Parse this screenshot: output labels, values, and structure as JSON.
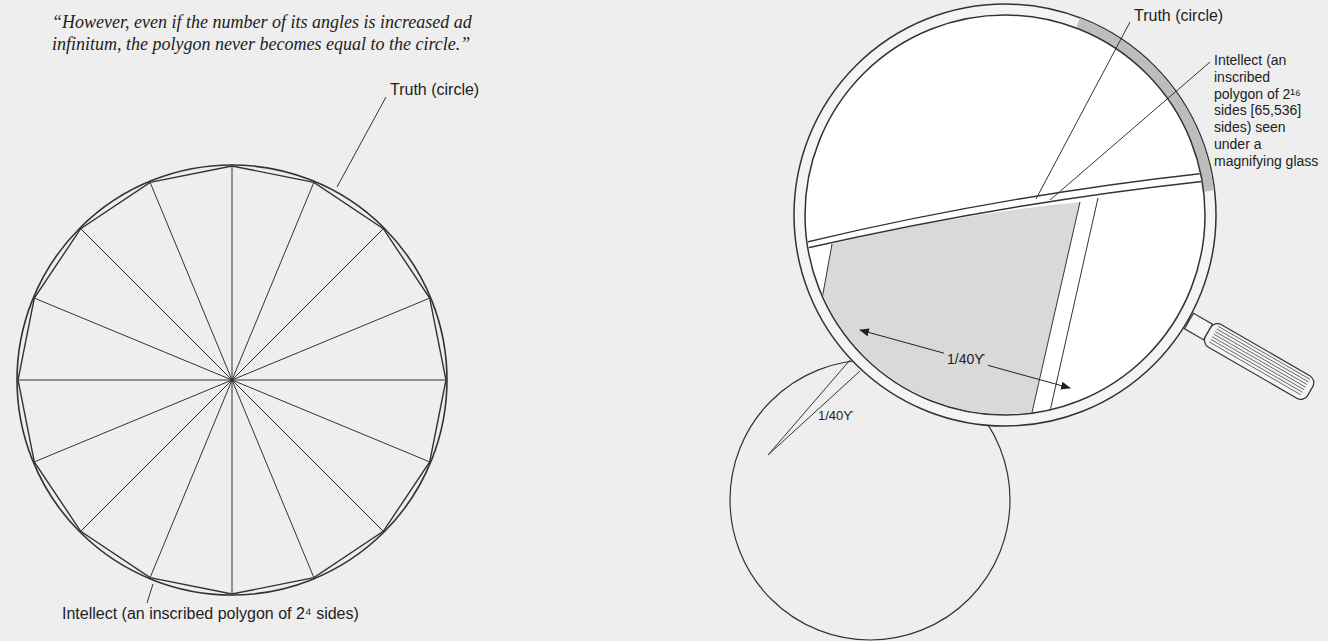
{
  "diagram": {
    "labels": [
      "“However, even if the number of its angles is increased ad infinitum, the polygon never becomes equal to the circle.”",
      "Truth (circle)",
      "Intellect (an inscribed polygon of 2⁴ sides)",
      "Truth (circle)",
      "Intellect (an inscribed polygon of 2¹⁶ sides [65,536] sides) seen under a magnifying glass",
      "1/40ϒ",
      "1/40ϒ"
    ]
  }
}
